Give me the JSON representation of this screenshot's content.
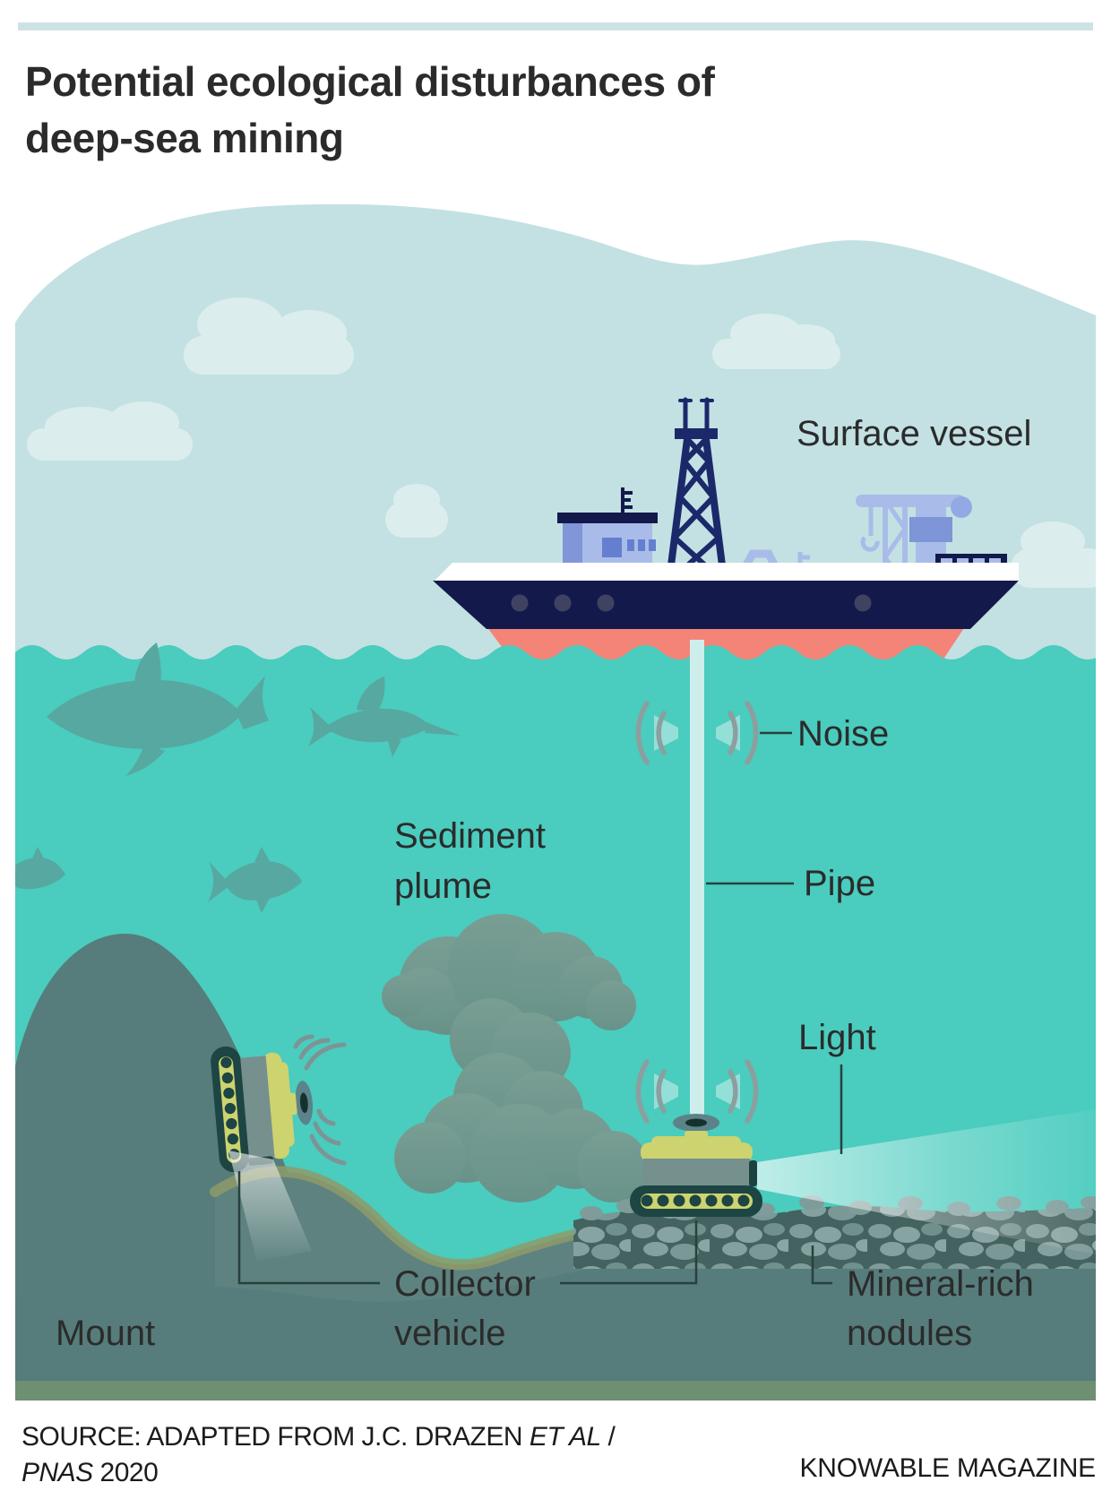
{
  "header": {
    "title_line1": "Potential ecological disturbances of",
    "title_line2": "deep-sea mining"
  },
  "labels": {
    "surface_vessel": "Surface vessel",
    "noise": "Noise",
    "sediment_line1": "Sediment",
    "sediment_line2": "plume",
    "pipe": "Pipe",
    "light": "Light",
    "mount": "Mount",
    "collector_line1": "Collector",
    "collector_line2": "vehicle",
    "nodules_line1": "Mineral-rich",
    "nodules_line2": "nodules"
  },
  "footer": {
    "source_prefix": "SOURCE: ADAPTED FROM J.C. DRAZEN ",
    "source_etal": "ET AL",
    "source_separator": " /",
    "source_journal": "PNAS",
    "source_year": " 2020",
    "credit": "KNOWABLE MAGAZINE"
  },
  "icons": {
    "noise_upper": "sound-wave-icon",
    "noise_lower": "sound-wave-icon",
    "sonar": "sonar-ping-icon",
    "light_beam": "light-beam-shape"
  },
  "colors": {
    "accent_bar": "#cfe2e3",
    "sky": "#c3e1e2",
    "cloud": "#dcedee",
    "ocean": "#4accbe",
    "fish": "#57a8a1",
    "hull_navy": "#131a4b",
    "hull_coral": "#f48477",
    "superstructure": "#a9bce9",
    "superstructure_dark": "#7e95d8",
    "pipe": "#cdeeeb",
    "vehicle_yellow": "#cdd36f",
    "vehicle_gray": "#75908d",
    "track_dark": "#1d4543",
    "ring_gray": "#5b8389",
    "plume": "#74968c",
    "seafloor": "#567d7b",
    "seafloor_dune": "#5d827f",
    "seafloor_ridge": "#8e9a68",
    "nodule": "#7f9c9a",
    "nodule_bed": "#44625f",
    "ground_strip": "#6e8f71",
    "arc_gray": "#8d9e9e",
    "connector": "#27413f",
    "text": "#2b2b2b"
  }
}
